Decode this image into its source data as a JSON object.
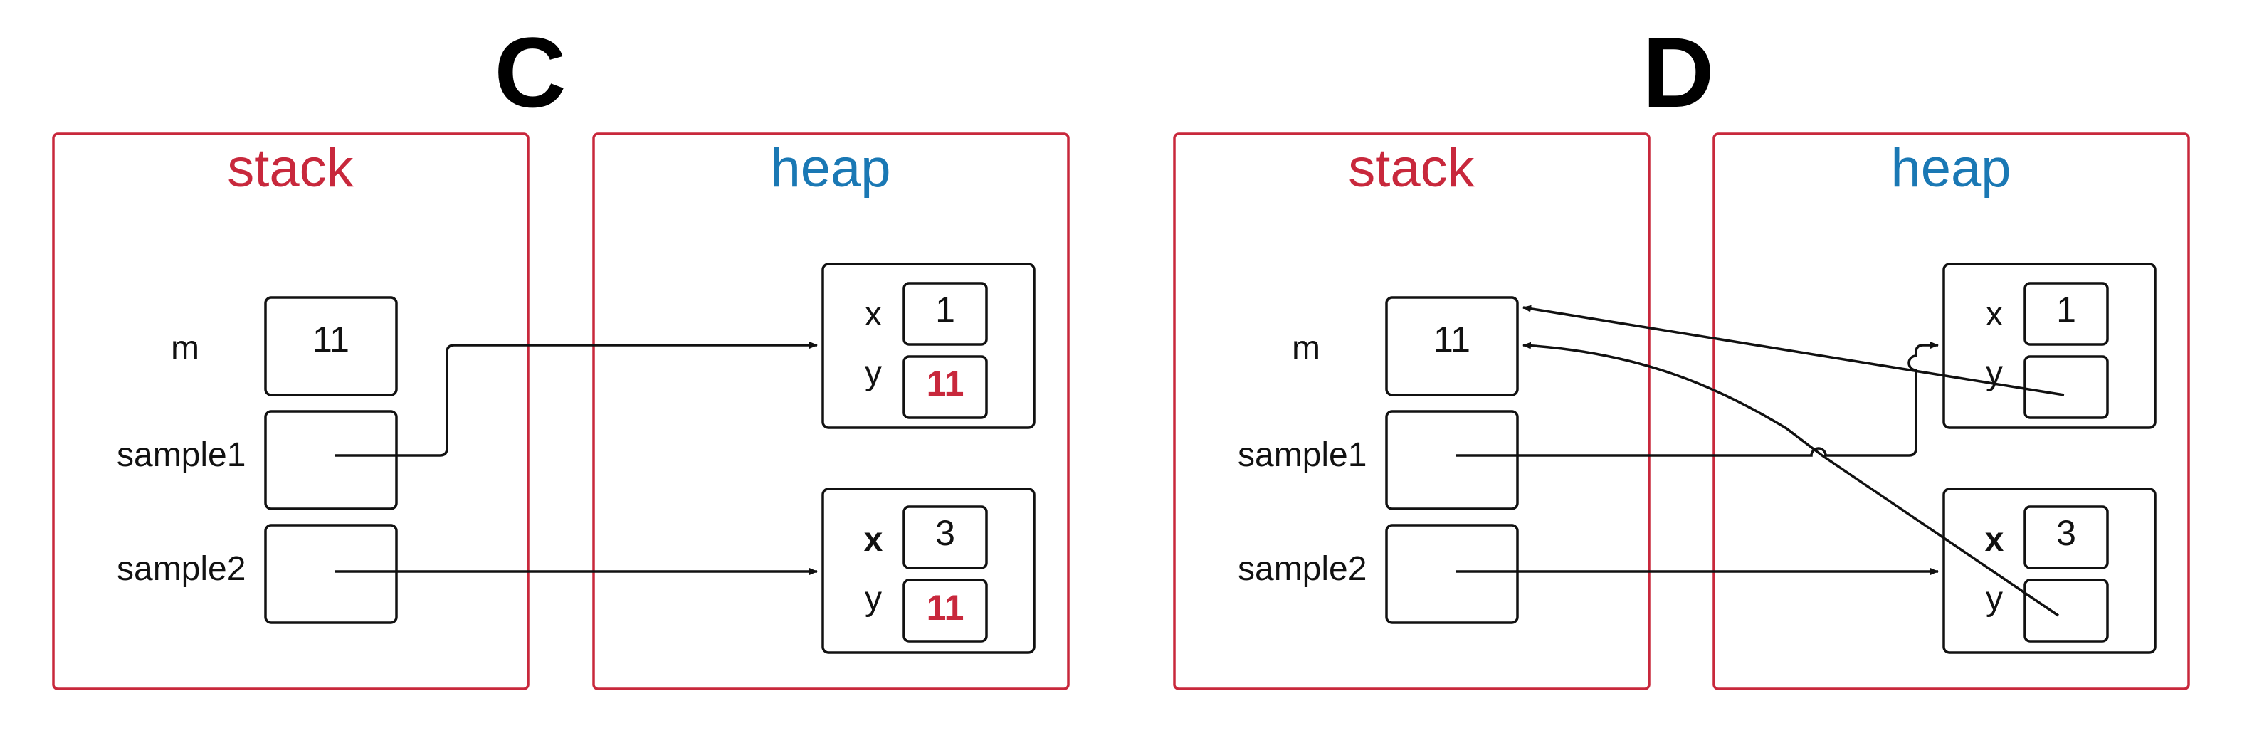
{
  "colors": {
    "stack": "#c8283c",
    "heap": "#1a78b4",
    "highlight": "#c8283c",
    "line": "#111111"
  },
  "panels": [
    {
      "label": "C",
      "stack_title": "stack",
      "heap_title": "heap",
      "vars": {
        "m": "m",
        "sample1": "sample1",
        "sample2": "sample2"
      },
      "m_value": "11",
      "obj1": {
        "x_label": "x",
        "x_value": "1",
        "y_label": "y",
        "y_value": "11"
      },
      "obj2": {
        "x_label": "x",
        "x_value": "3",
        "y_label": "y",
        "y_value": "11"
      }
    },
    {
      "label": "D",
      "stack_title": "stack",
      "heap_title": "heap",
      "vars": {
        "m": "m",
        "sample1": "sample1",
        "sample2": "sample2"
      },
      "m_value": "11",
      "obj1": {
        "x_label": "x",
        "x_value": "1",
        "y_label": "y",
        "y_value": ""
      },
      "obj2": {
        "x_label": "x",
        "x_value": "3",
        "y_label": "y",
        "y_value": ""
      }
    }
  ]
}
